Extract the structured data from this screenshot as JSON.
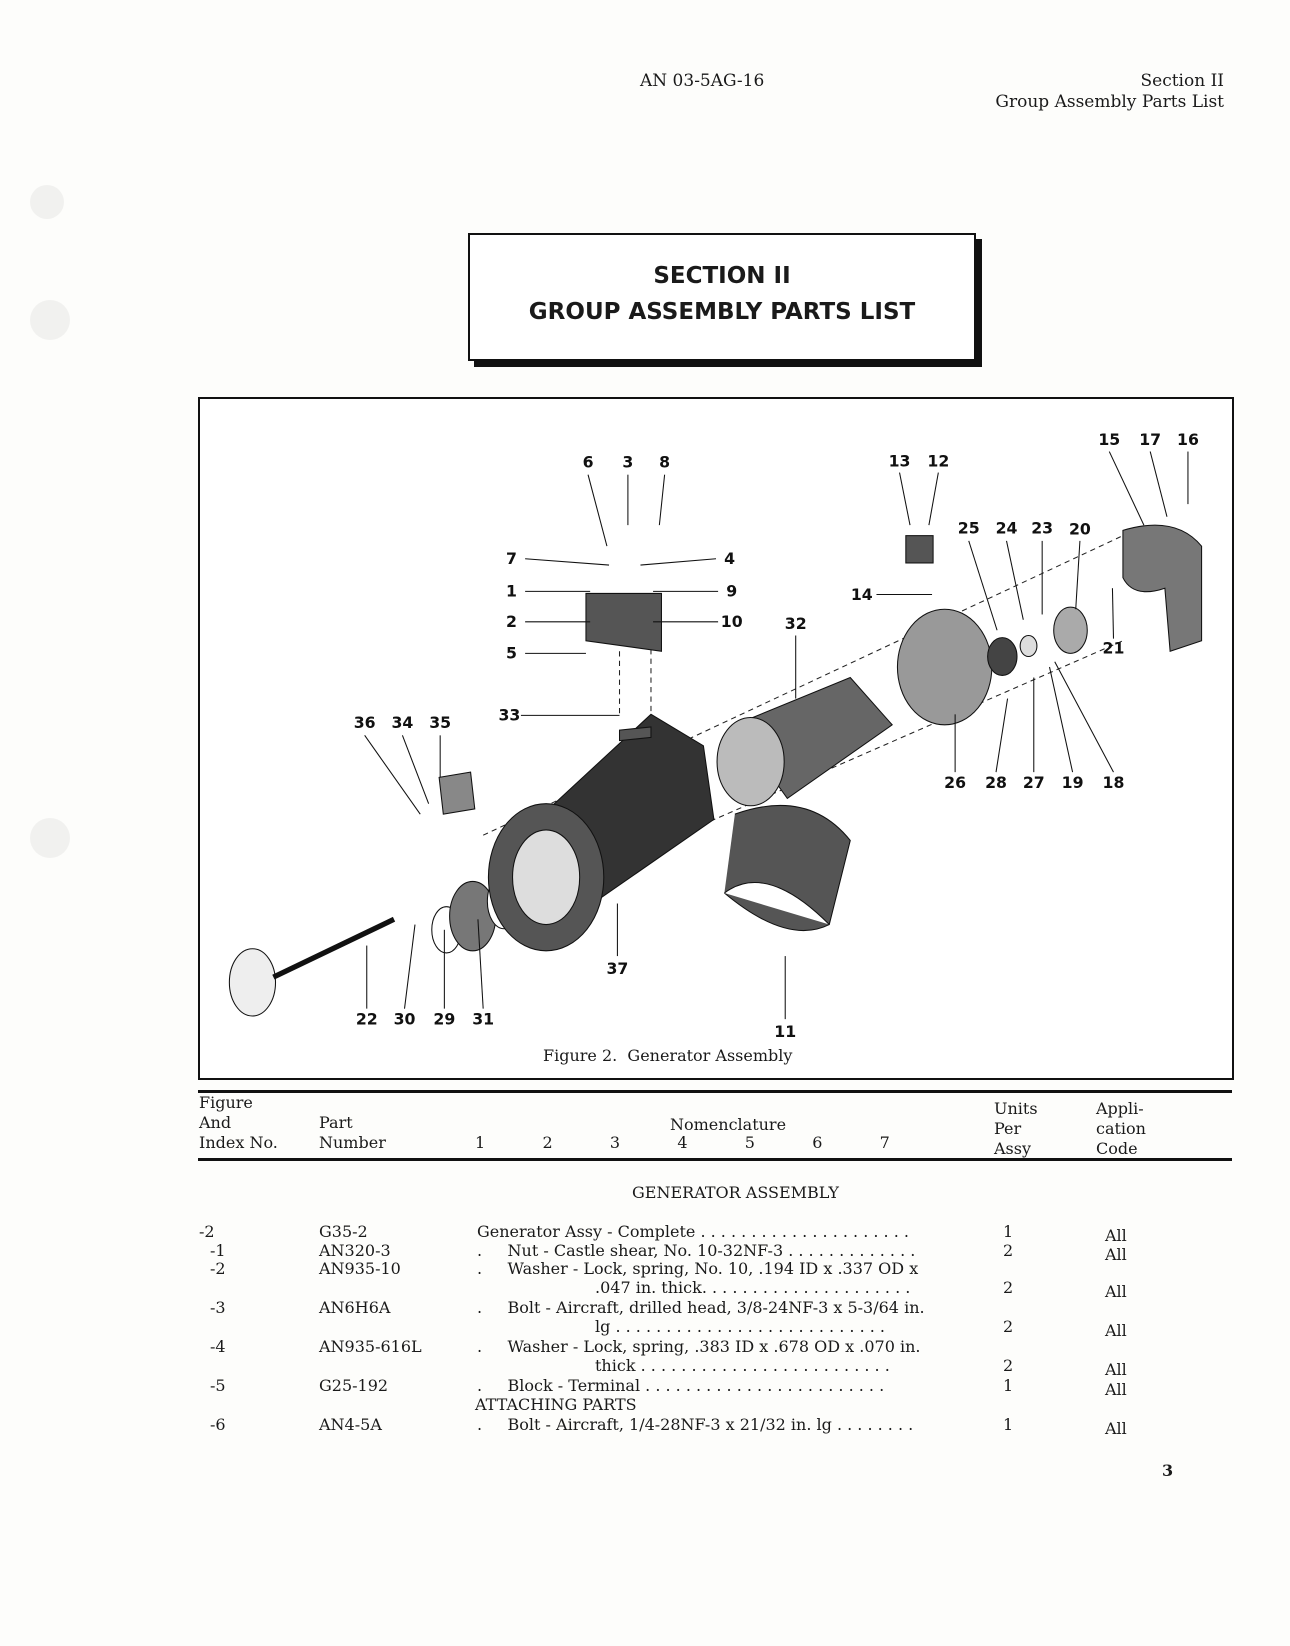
{
  "header": {
    "doc_number": "AN 03-5AG-16",
    "section": "Section II",
    "section_title": "Group Assembly Parts List"
  },
  "section_box": {
    "line1": "SECTION II",
    "line2": "GROUP ASSEMBLY PARTS LIST"
  },
  "figure": {
    "caption": "Figure 2.  Generator Assembly",
    "callouts": [
      "6",
      "3",
      "8",
      "13",
      "12",
      "15",
      "17",
      "16",
      "25",
      "24",
      "23",
      "20",
      "7",
      "4",
      "1",
      "9",
      "14",
      "2",
      "10",
      "32",
      "21",
      "5",
      "36",
      "34",
      "35",
      "33",
      "26",
      "28",
      "27",
      "19",
      "18",
      "37",
      "22",
      "30",
      "29",
      "31",
      "11"
    ]
  },
  "table": {
    "headers": {
      "index": [
        "Figure",
        "And",
        "Index No."
      ],
      "part": [
        "Part",
        "Number"
      ],
      "nomenclature": "Nomenclature",
      "levels": "1   2   3   4   5   6   7",
      "units": [
        "Units",
        "Per",
        "Assy"
      ],
      "application": [
        "Appli-",
        "cation",
        "Code"
      ]
    },
    "group_title": "GENERATOR ASSEMBLY",
    "rows": [
      {
        "index": "-2",
        "part": "G35-2",
        "desc": "Generator Assy - Complete . . . . . . . . . . . . . . . . . . . . .",
        "units": "1",
        "code": "All"
      },
      {
        "index": "-1",
        "part": "AN320-3",
        "desc": ".     Nut - Castle shear, No. 10-32NF-3 . . . . . . . . . . . . .",
        "units": "2",
        "code": "All"
      },
      {
        "index": "-2",
        "part": "AN935-10",
        "desc": ".     Washer - Lock, spring, No. 10, .194 ID x .337 OD x",
        "desc2": ".047 in. thick. . . . . . . . . . . . . . . . . . . . .",
        "units": "2",
        "code": "All"
      },
      {
        "index": "-3",
        "part": "AN6H6A",
        "desc": ".     Bolt - Aircraft, drilled head, 3/8-24NF-3 x 5-3/64 in.",
        "desc2": "lg . . . . . . . . . . . . . . . . . . . . . . . . . . .",
        "units": "2",
        "code": "All"
      },
      {
        "index": "-4",
        "part": "AN935-616L",
        "desc": ".     Washer - Lock, spring, .383 ID x .678 OD x .070 in.",
        "desc2": "thick . . . . . . . . . . . . . . . . . . . . . . . . .",
        "units": "2",
        "code": "All"
      },
      {
        "index": "-5",
        "part": "G25-192",
        "desc": ".     Block - Terminal . . . . . . . . . . . . . . . . . . . . . . . .",
        "units": "1",
        "code": "All"
      },
      {
        "subheading": "ATTACHING PARTS"
      },
      {
        "index": "-6",
        "part": "AN4-5A",
        "desc": ".     Bolt - Aircraft, 1/4-28NF-3 x 21/32 in. lg . . . . . . . .",
        "units": "1",
        "code": "All"
      }
    ]
  },
  "page_number": "3"
}
